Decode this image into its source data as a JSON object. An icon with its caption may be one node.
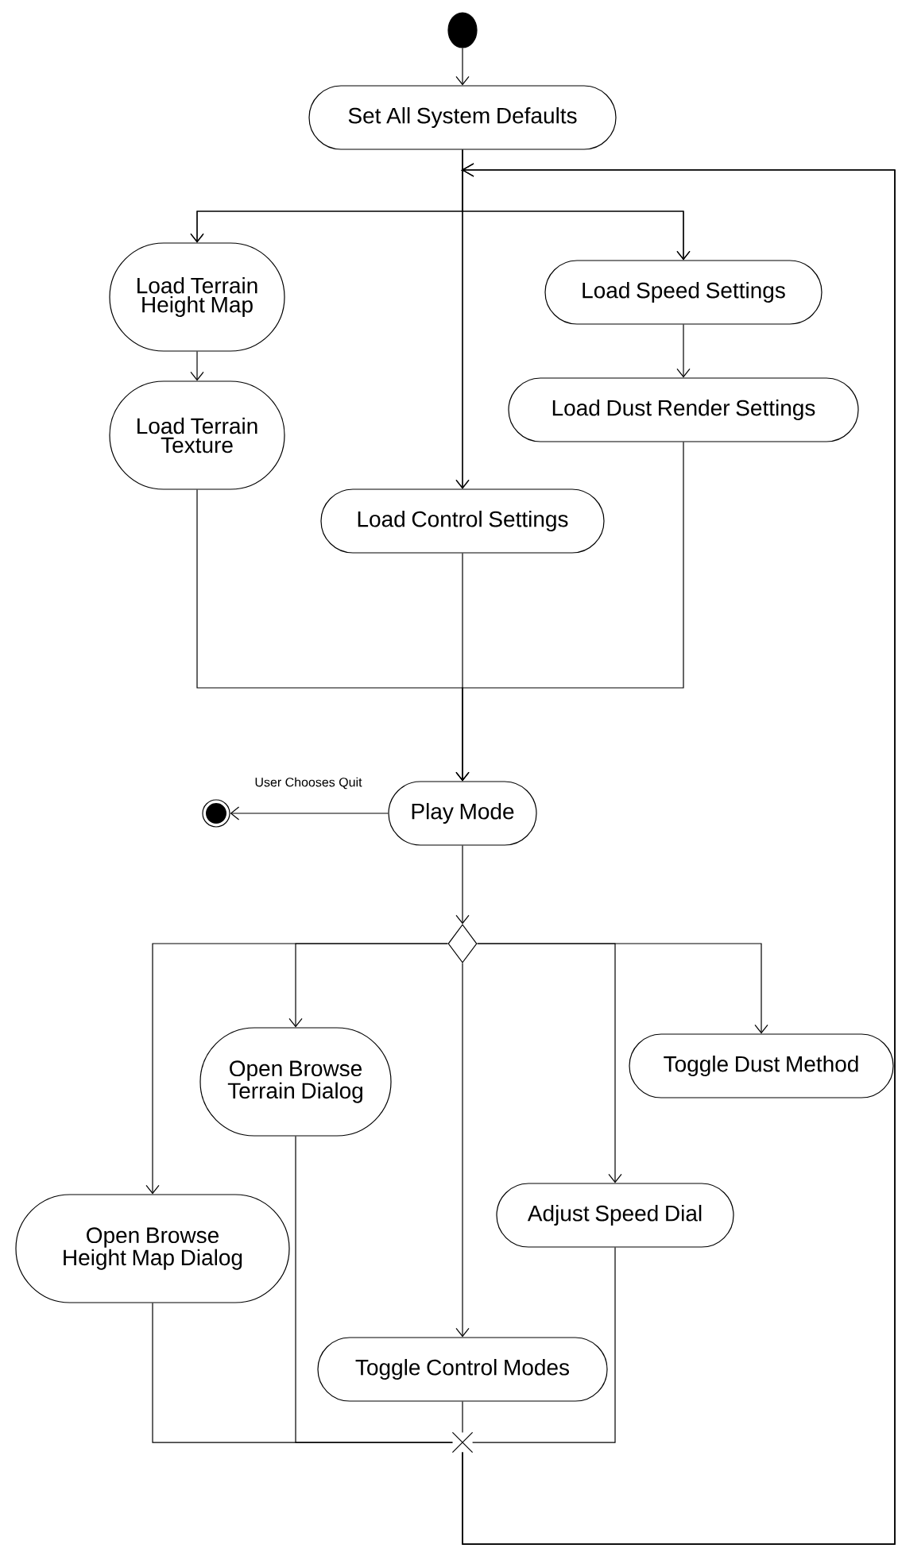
{
  "diagram": {
    "nodes": [
      {
        "text": [],
        "shape": "circle"
      },
      {
        "text": [
          "Set All System Defaults"
        ]
      },
      {
        "text": [
          "Load Terrain Height Map"
        ]
      },
      {
        "text": [
          "Load Terrain Texture"
        ]
      },
      {
        "text": [
          "Load Control Settings"
        ]
      },
      {
        "text": [
          "Load Speed Settings"
        ]
      },
      {
        "text": [
          "Load Dust Render Settings"
        ]
      },
      {
        "text": [
          "Play Mode"
        ]
      },
      {
        "text": [],
        "shape": "circle"
      },
      {
        "text": [],
        "shape": "diamond"
      },
      {
        "text": [
          "Open Browse Terrain Dialog"
        ]
      },
      {
        "text": [
          "Toggle Dust Method"
        ]
      },
      {
        "text": [
          "Open Browse Height Map Dialog"
        ]
      },
      {
        "text": [
          "Adjust Speed Dial"
        ]
      },
      {
        "text": [
          "Toggle Control Modes"
        ]
      },
      {
        "text": [],
        "shape": "cross"
      }
    ],
    "edges": [
      {
        "from": 0,
        "to": 1,
        "arrow": "to"
      },
      {
        "from": 1,
        "to": 2,
        "arrow": "to"
      },
      {
        "from": 1,
        "to": 4,
        "arrow": "to"
      },
      {
        "from": 1,
        "to": 5,
        "arrow": "to"
      },
      {
        "from": 2,
        "to": 3,
        "arrow": "to"
      },
      {
        "from": 5,
        "to": 6,
        "arrow": "to"
      },
      {
        "from": 3,
        "to": 7,
        "arrow": "to"
      },
      {
        "from": 4,
        "to": 7,
        "arrow": "to"
      },
      {
        "from": 6,
        "to": 7,
        "arrow": "to"
      },
      {
        "from": 7,
        "to": 8,
        "arrow": "to",
        "label": "User Chooses Quit"
      },
      {
        "from": 7,
        "to": 9,
        "arrow": "to"
      },
      {
        "from": 9,
        "to": 12,
        "arrow": "to"
      },
      {
        "from": 9,
        "to": 10,
        "arrow": "to"
      },
      {
        "from": 9,
        "to": 14,
        "arrow": "to"
      },
      {
        "from": 9,
        "to": 13,
        "arrow": "to"
      },
      {
        "from": 9,
        "to": 11,
        "arrow": "to"
      },
      {
        "from": 12,
        "to": 15,
        "arrow": "none"
      },
      {
        "from": 10,
        "to": 15,
        "arrow": "none"
      },
      {
        "from": 14,
        "to": 15,
        "arrow": "none"
      },
      {
        "from": 13,
        "to": 15,
        "arrow": "none"
      },
      {
        "from": 15,
        "to": 2,
        "arrow": "to"
      },
      {
        "from": 15,
        "to": 4,
        "arrow": "to"
      },
      {
        "from": 15,
        "to": 5,
        "arrow": "to"
      }
    ]
  }
}
